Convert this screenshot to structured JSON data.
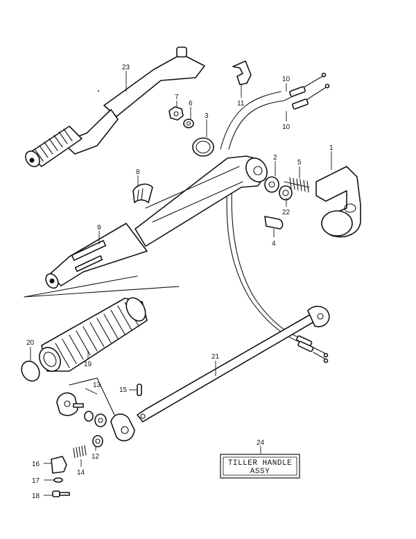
{
  "diagram": {
    "parts": [
      {
        "id": "p1",
        "num": "1"
      },
      {
        "id": "p2",
        "num": "2"
      },
      {
        "id": "p3",
        "num": "3"
      },
      {
        "id": "p4",
        "num": "4"
      },
      {
        "id": "p5",
        "num": "5"
      },
      {
        "id": "p6",
        "num": "6"
      },
      {
        "id": "p7",
        "num": "7"
      },
      {
        "id": "p8",
        "num": "8"
      },
      {
        "id": "p9",
        "num": "9"
      },
      {
        "id": "p10a",
        "num": "10"
      },
      {
        "id": "p10b",
        "num": "10"
      },
      {
        "id": "p11",
        "num": "11"
      },
      {
        "id": "p12",
        "num": "12"
      },
      {
        "id": "p13",
        "num": "13"
      },
      {
        "id": "p14",
        "num": "14"
      },
      {
        "id": "p15",
        "num": "15"
      },
      {
        "id": "p16",
        "num": "16"
      },
      {
        "id": "p17",
        "num": "17"
      },
      {
        "id": "p18",
        "num": "18"
      },
      {
        "id": "p19",
        "num": "19"
      },
      {
        "id": "p20",
        "num": "20"
      },
      {
        "id": "p21",
        "num": "21"
      },
      {
        "id": "p22",
        "num": "22"
      },
      {
        "id": "p23",
        "num": "23"
      },
      {
        "id": "p24",
        "num": "24"
      }
    ],
    "label": {
      "line1": "TILLER HANDLE",
      "line2": "ASSY"
    }
  }
}
